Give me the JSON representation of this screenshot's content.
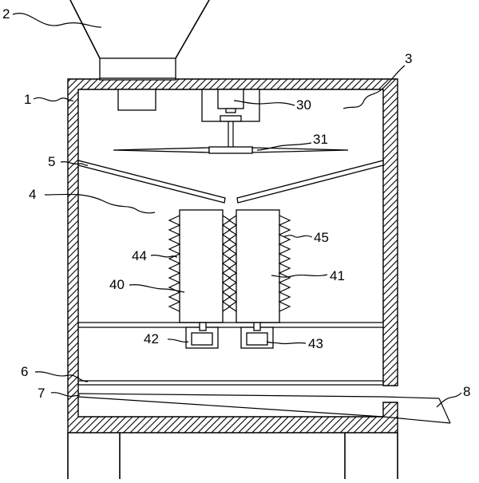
{
  "figure": {
    "labels": {
      "hopper": "2",
      "housing": "1",
      "chamber": "3",
      "motor_top": "30",
      "stir_blade": "31",
      "guide_plate": "5",
      "crushing_unit": "4",
      "right_teeth": "45",
      "left_teeth": "44",
      "left_roller": "40",
      "right_roller": "41",
      "left_motor": "42",
      "right_motor": "43",
      "screen": "6",
      "bottom_plate": "7",
      "outlet": "8"
    }
  }
}
